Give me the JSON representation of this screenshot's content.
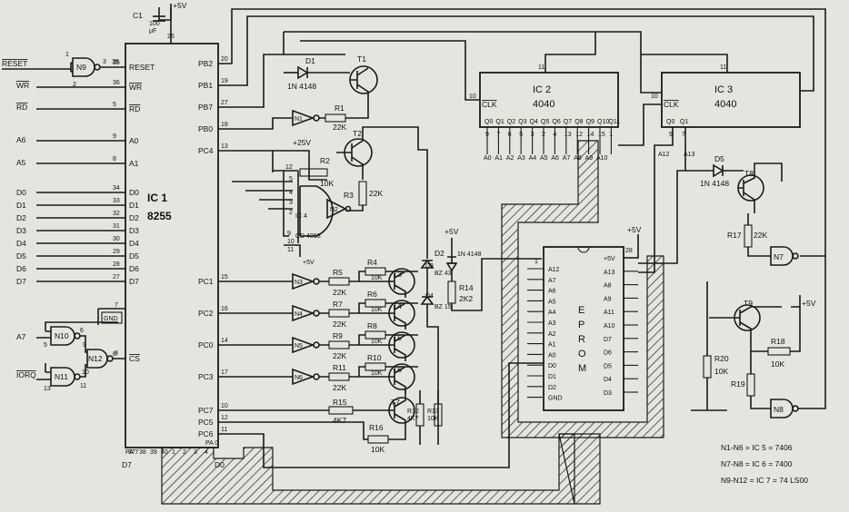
{
  "ic1": {
    "name": "IC 1",
    "type": "8255",
    "pin26": "26",
    "vcc": "+5V",
    "left_pins": [
      {
        "n": "35",
        "l": "RESET"
      },
      {
        "n": "36",
        "l": "WR"
      },
      {
        "n": "5",
        "l": "RD"
      },
      {
        "n": "9",
        "l": "A0"
      },
      {
        "n": "8",
        "l": "A1"
      },
      {
        "n": "34",
        "l": "D0"
      },
      {
        "n": "33",
        "l": "D1"
      },
      {
        "n": "32",
        "l": "D2"
      },
      {
        "n": "31",
        "l": "D3"
      },
      {
        "n": "30",
        "l": "D4"
      },
      {
        "n": "29",
        "l": "D5"
      },
      {
        "n": "28",
        "l": "D6"
      },
      {
        "n": "27",
        "l": "D7"
      },
      {
        "n": "7",
        "l": "GND"
      },
      {
        "n": "6",
        "l": "CS"
      }
    ],
    "right_pins": [
      {
        "n": "20",
        "l": "PB2"
      },
      {
        "n": "19",
        "l": "PB1"
      },
      {
        "n": "27",
        "l": "PB7"
      },
      {
        "n": "18",
        "l": "PB0"
      },
      {
        "n": "13",
        "l": "PC4"
      },
      {
        "n": "15",
        "l": "PC1"
      },
      {
        "n": "16",
        "l": "PC2"
      },
      {
        "n": "14",
        "l": "PC0"
      },
      {
        "n": "17",
        "l": "PC3"
      },
      {
        "n": "10",
        "l": "PC7"
      },
      {
        "n": "12",
        "l": "PC5"
      },
      {
        "n": "11",
        "l": "PC6"
      }
    ],
    "bottom_pins": [
      "37",
      "38",
      "39",
      "40",
      "1",
      "2",
      "3",
      "4"
    ],
    "pa7": "PA 7",
    "pa0": "PA 0",
    "d7": "D7",
    "d0": "D0"
  },
  "bus_inputs": {
    "reset": "RESET",
    "wr": "WR",
    "rd": "RD",
    "a6": "A6",
    "a5": "A5",
    "a7": "A7",
    "iorq": "IORQ",
    "d": [
      "D0",
      "D1",
      "D2",
      "D3",
      "D4",
      "D5",
      "D6",
      "D7"
    ]
  },
  "c1": {
    "name": "C1",
    "value": "100",
    "unit": "μF"
  },
  "gates": {
    "n9": "N9",
    "n10": "N10",
    "n11": "N11",
    "n12": "N12",
    "n1": "N1",
    "n2": "N2",
    "n3": "N3",
    "n4": "N4",
    "n5": "N5",
    "n6": "N6",
    "n7": "N7",
    "n8": "N8"
  },
  "ic2": {
    "name": "IC 2",
    "type": "4040",
    "clk": "CLK",
    "pin11": "11",
    "pin10": "10",
    "q_labels": [
      "Q0",
      "Q1",
      "Q2",
      "Q3",
      "Q4",
      "Q5",
      "Q6",
      "Q7",
      "Q8",
      "Q9",
      "Q10",
      "Q11"
    ],
    "pins": [
      "9",
      "7",
      "6",
      "5",
      "3",
      "2",
      "4",
      "13",
      "12",
      "14",
      "15",
      "1"
    ],
    "a_labels": [
      "A0",
      "A1",
      "A2",
      "A3",
      "A4",
      "A5",
      "A6",
      "A7",
      "A8",
      "A9",
      "A10"
    ]
  },
  "ic3": {
    "name": "IC 3",
    "type": "4040",
    "clk": "CLK",
    "pin11": "11",
    "pin10": "10",
    "q_labels": [
      "Q0",
      "Q1"
    ],
    "pins": [
      "9",
      "7"
    ],
    "a_labels": [
      "A12",
      "A13"
    ]
  },
  "ic4": {
    "name": "IC 4",
    "type": "CD 4068",
    "pins": [
      "12",
      "5",
      "4",
      "3",
      "2",
      "9",
      "10",
      "11",
      "13"
    ]
  },
  "eprom": {
    "letters": [
      "E",
      "P",
      "R",
      "O",
      "M"
    ],
    "vcc": "+5V",
    "pin28": "28",
    "pin1": "1",
    "left": [
      "A12",
      "A7",
      "A6",
      "A5",
      "A4",
      "A3",
      "A2",
      "A1",
      "A0",
      "D0",
      "D1",
      "D2",
      "GND"
    ],
    "right": [
      "+5V",
      "A13",
      "A8",
      "A9",
      "A11",
      "A10",
      "D7",
      "D6",
      "D5",
      "D4",
      "D3"
    ]
  },
  "d1": {
    "name": "D1",
    "type": "1N 4148"
  },
  "d5": {
    "name": "D5",
    "type": "1N 4148"
  },
  "d2": {
    "name": "D2",
    "type": "1N 4148",
    "vcc": "+5V"
  },
  "transistors": [
    "T1",
    "T2",
    "T3",
    "T4",
    "T5",
    "T6",
    "T7",
    "T8",
    "T9"
  ],
  "resistors": {
    "r1": "R1",
    "r1v": "22K",
    "r2": "R2",
    "r2v": "10K",
    "r3": "R3",
    "r3v": "22K",
    "r4": "R4",
    "r4v": "10K",
    "r5": "R5",
    "r5v": "22K",
    "r6": "R6",
    "r6v": "10K",
    "r7": "R7",
    "r7v": "22K",
    "r8": "R8",
    "r8v": "10K",
    "r9": "R9",
    "r9v": "22K",
    "r10": "R10",
    "r10v": "10K",
    "r11": "R11",
    "r11v": "22K",
    "r12": "R12",
    "r12v": "4K7",
    "r13": "R13",
    "r13v": "10K",
    "r14": "R14",
    "r14v": "2K2",
    "r15": "R15",
    "r15v": "4K7",
    "r16": "R16",
    "r16v": "10K",
    "r17": "R17",
    "r17v": "22K",
    "r18": "R18",
    "r18v": "10K",
    "r19": "R19",
    "r20": "R20",
    "r20v": "10K"
  },
  "zeners": {
    "d3": "D3",
    "d3v": "BZ 43",
    "d4": "D4",
    "d4v": "BZ 15"
  },
  "supply": {
    "p25": "+25V",
    "p5": "+5V"
  },
  "notes": [
    "N1-N6 = IC 5 = 7406",
    "N7-N8 = IC 6 = 7400",
    "N9-N12 = IC 7 = 74 LS00"
  ]
}
